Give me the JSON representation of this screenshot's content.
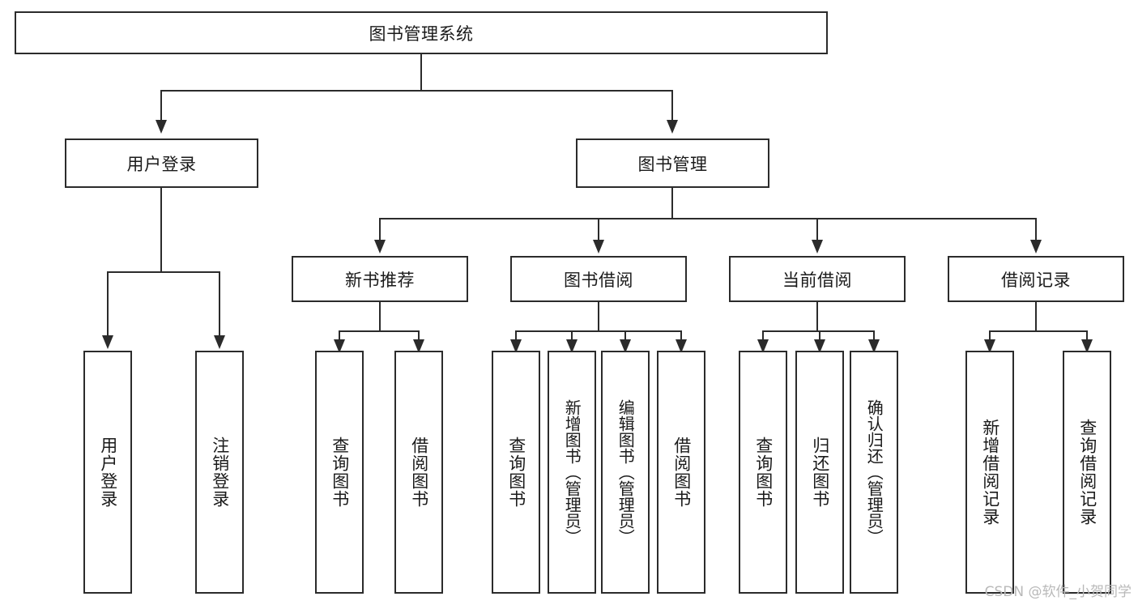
{
  "diagram": {
    "type": "tree",
    "title": "图书管理系统",
    "watermark": "CSDN @软件_小贺同学",
    "colors": {
      "background": "#ffffff",
      "stroke": "#2b2b2b",
      "text": "#1a1a1a",
      "watermark": "#b9b9b9"
    },
    "nodes": {
      "root": {
        "label": "图书管理系统"
      },
      "level2": [
        {
          "id": "user-login",
          "label": "用户登录"
        },
        {
          "id": "book-manage",
          "label": "图书管理"
        }
      ],
      "level3": [
        {
          "id": "new-book-recommend",
          "label": "新书推荐"
        },
        {
          "id": "book-borrow",
          "label": "图书借阅"
        },
        {
          "id": "current-borrow",
          "label": "当前借阅"
        },
        {
          "id": "borrow-record",
          "label": "借阅记录"
        }
      ],
      "leaves": {
        "user_login": [
          {
            "id": "leaf-user-login",
            "label": "用户登录"
          },
          {
            "id": "leaf-user-logout",
            "label": "注销登录"
          }
        ],
        "new_book_recommend": [
          {
            "id": "leaf-query-book-1",
            "label": "查询图书"
          },
          {
            "id": "leaf-borrow-book-1",
            "label": "借阅图书"
          }
        ],
        "book_borrow": [
          {
            "id": "leaf-query-book-2",
            "label": "查询图书"
          },
          {
            "id": "leaf-add-book",
            "label": "新增图书（管理员）"
          },
          {
            "id": "leaf-edit-book",
            "label": "编辑图书（管理员）"
          },
          {
            "id": "leaf-borrow-book-2",
            "label": "借阅图书"
          }
        ],
        "current_borrow": [
          {
            "id": "leaf-query-book-3",
            "label": "查询图书"
          },
          {
            "id": "leaf-return-book",
            "label": "归还图书"
          },
          {
            "id": "leaf-confirm-return",
            "label": "确认归还（管理员）"
          }
        ],
        "borrow_record": [
          {
            "id": "leaf-add-record",
            "label": "新增借阅记录"
          },
          {
            "id": "leaf-query-record",
            "label": "查询借阅记录"
          }
        ]
      }
    }
  }
}
